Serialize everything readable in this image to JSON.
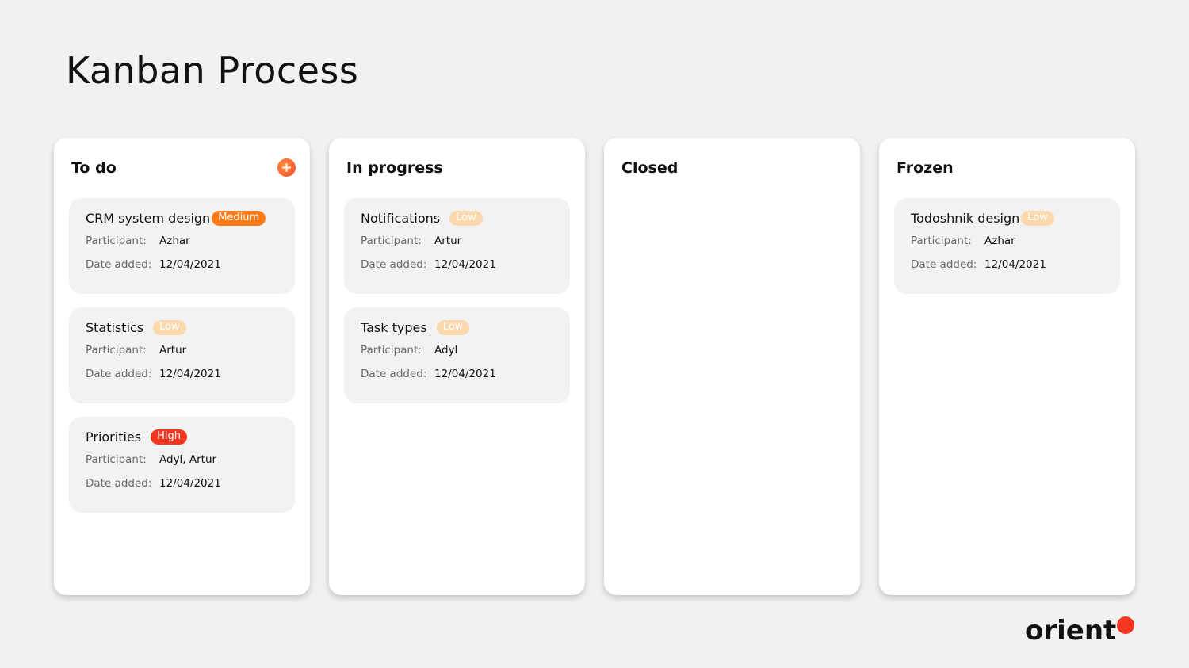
{
  "page": {
    "title": "Kanban Process"
  },
  "columns": [
    {
      "title": "To do",
      "has_add_button": true,
      "cards": [
        {
          "title": "CRM system design",
          "priority": "Medium",
          "participant_label": "Participant:",
          "participant": "Azhar",
          "date_label": "Date added:",
          "date": "12/04/2021"
        },
        {
          "title": "Statistics",
          "priority": "Low",
          "participant_label": "Participant:",
          "participant": "Artur",
          "date_label": "Date added:",
          "date": "12/04/2021"
        },
        {
          "title": "Priorities",
          "priority": "High",
          "participant_label": "Participant:",
          "participant": "Adyl, Artur",
          "date_label": "Date added:",
          "date": "12/04/2021"
        }
      ]
    },
    {
      "title": "In progress",
      "has_add_button": false,
      "cards": [
        {
          "title": "Notifications",
          "priority": "Low",
          "participant_label": "Participant:",
          "participant": "Artur",
          "date_label": "Date added:",
          "date": "12/04/2021"
        },
        {
          "title": "Task types",
          "priority": "Low",
          "participant_label": "Participant:",
          "participant": "Adyl",
          "date_label": "Date added:",
          "date": "12/04/2021"
        }
      ]
    },
    {
      "title": "Closed",
      "has_add_button": false,
      "cards": []
    },
    {
      "title": "Frozen",
      "has_add_button": false,
      "cards": [
        {
          "title": "Todoshnik design",
          "priority": "Low",
          "participant_label": "Participant:",
          "participant": "Azhar",
          "date_label": "Date added:",
          "date": "12/04/2021"
        }
      ]
    }
  ],
  "icons": {
    "add": "plus-icon"
  },
  "colors": {
    "medium": "#ff7a13",
    "low": "#fbd8ad",
    "high": "#f2361f",
    "brand_dot": "#f2361f"
  },
  "logo": {
    "text": "orient"
  }
}
